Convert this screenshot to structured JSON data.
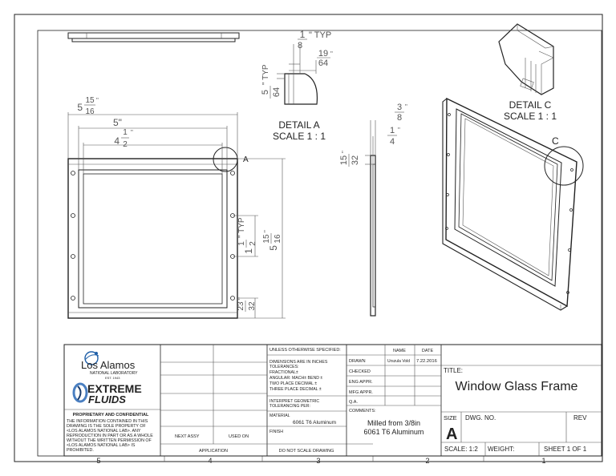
{
  "drawing": {
    "views": {
      "detail_a": {
        "label": "DETAIL A",
        "scale": "SCALE 1 : 1",
        "callout": "A"
      },
      "detail_c": {
        "label": "DETAIL C",
        "scale": "SCALE 1 : 1",
        "callout": "C"
      }
    },
    "dims": {
      "d_1_8": {
        "num": "1",
        "den": "8",
        "suffix": "\" TYP"
      },
      "d_19_64": {
        "num": "19",
        "den": "64",
        "suffix": "\""
      },
      "d_5_64": {
        "num": "5",
        "den": "64",
        "suffix": "\" TYP"
      },
      "d_5_15_16_top": {
        "whole": "5",
        "num": "15",
        "den": "16",
        "suffix": "\""
      },
      "d_5": {
        "text": "5\""
      },
      "d_4_1_2": {
        "whole": "4",
        "num": "1",
        "den": "2",
        "suffix": "\""
      },
      "d_3_8": {
        "num": "3",
        "den": "8",
        "suffix": "\""
      },
      "d_1_4": {
        "num": "1",
        "den": "4",
        "suffix": "\""
      },
      "d_15_32": {
        "num": "15",
        "den": "32",
        "suffix": "\""
      },
      "d_1_1_2_typ": {
        "whole": "1",
        "num": "1",
        "den": "2",
        "suffix": "\" TYP"
      },
      "d_5_15_16_side": {
        "whole": "5",
        "num": "15",
        "den": "16",
        "suffix": "\""
      },
      "d_23_32": {
        "num": "23",
        "den": "32",
        "suffix": "\""
      }
    },
    "zones": [
      "5",
      "4",
      "3",
      "2",
      "1"
    ]
  },
  "title_block": {
    "logo_los_alamos": "Los Alamos",
    "logo_los_alamos_sub": "NATIONAL LABORATORY",
    "logo_los_alamos_est": "EST. 1943",
    "logo_extreme": "EXTREME",
    "logo_fluids": "FLUIDS",
    "proprietary_title": "PROPRIETARY AND CONFIDENTIAL",
    "proprietary_lines": [
      "THE INFORMATION CONTAINED IN THIS",
      "DRAWING IS THE SOLE PROPERTY OF",
      "<LOS ALAMOS NATIONAL LAB>. ANY",
      "REPRODUCTION IN PART OR AS A WHOLE",
      "WITHOUT THE WRITTEN PERMISSION OF",
      "<LOS ALAMOS NATIONAL LAB> IS",
      "PROHIBITED."
    ],
    "next_assy": "NEXT ASSY",
    "used_on": "USED ON",
    "application": "APPLICATION",
    "unless_specified": "UNLESS OTHERWISE SPECIFIED:",
    "tolerance_lines": [
      "DIMENSIONS ARE IN INCHES",
      "TOLERANCES:",
      "FRACTIONAL±",
      "ANGULAR: MACH±    BEND ±",
      "TWO PLACE DECIMAL    ±",
      "THREE PLACE DECIMAL  ±"
    ],
    "interpret_lines": [
      "INTERPRET GEOMETRIC",
      "TOLERANCING PER:"
    ],
    "material_label": "MATERIAL",
    "material_value": "6061 T6 Aluminum",
    "finish_label": "FINISH",
    "do_not_scale": "DO NOT SCALE DRAWING",
    "name_hdr": "NAME",
    "date_hdr": "DATE",
    "drawn": "DRAWN",
    "drawn_name": "Urszula Vold",
    "drawn_date": "7.22.2016",
    "checked": "CHECKED",
    "eng_appr": "ENG APPR.",
    "mfg_appr": "MFG APPR.",
    "qa": "Q.A.",
    "comments_label": "COMMENTS:",
    "comments_lines": [
      "Milled from 3/8in",
      "6061 T6 Aluminum"
    ],
    "title_label": "TITLE:",
    "title_value": "Window Glass Frame",
    "size_label": "SIZE",
    "size_value": "A",
    "dwg_no_label": "DWG. NO.",
    "rev_label": "REV",
    "scale": "SCALE: 1:2",
    "weight": "WEIGHT:",
    "sheet": "SHEET 1 OF 1"
  }
}
